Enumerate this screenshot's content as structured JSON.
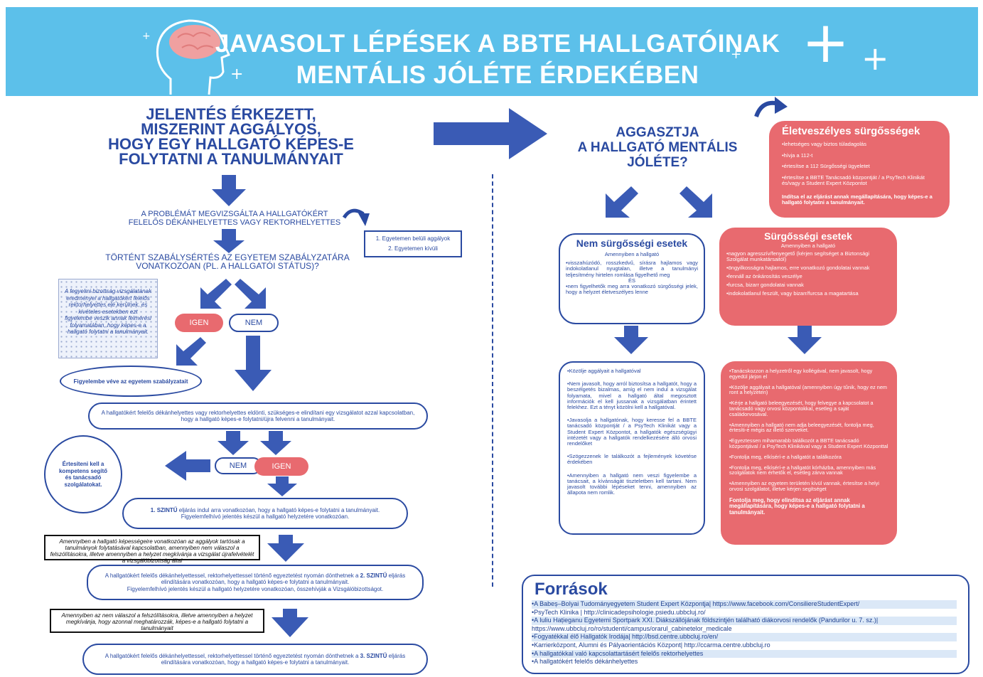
{
  "header": {
    "title_line1": "JAVASOLT LÉPÉSEK A BBTE HALLGATÓINAK",
    "title_line2": "MENTÁLIS JÓLÉTE ÉRDEKÉBEN"
  },
  "left": {
    "main_title": [
      "JELENTÉS ÉRKEZETT,",
      "MISZERINT AGGÁLYOS,",
      "HOGY EGY HALLGATÓ KÉPES-E",
      "FOLYTATNI A TANULMÁNYAIT"
    ],
    "step_examined": [
      "A PROBLÉMÁT MEGVIZSGÁLTA A HALLGATÓKÉRT",
      "FELELŐS DÉKÁNHELYETTES VAGY REKTORHELYETTES"
    ],
    "concerns_box": [
      "1. Egyetemen belüli aggályok",
      "2. Egyetemen kívüli"
    ],
    "violation_question": [
      "TÖRTÉNT SZABÁLYSÉRTÉS AZ EGYETEM SZABÁLYZATÁRA",
      "VONATKOZÓAN (PL. A HALLGATÓI STÁTUS)?"
    ],
    "disciplinary_note": "A fegyelmi bizottság vizsgálatának eredményei a hallgatókért felelős rektorhelyettes elé kerülnek, és kivételes esetekben ezt figyelembe veszik annak felmérési folyamatában, hogy képes-e a hallgató folytatni a tanulmányait.",
    "yes": "IGEN",
    "no": "NEM",
    "considering_regulations": "Figyelembe véve az egyetem szabályzatait",
    "decide_examination": [
      "A hallgatókért felelős dékánhelyettes vagy rektorhelyettes eldönti, szükséges-e elindítani egy vizsgálatot azzal kapcsolatban,",
      "hogy a hallgató képes-e folytatni/újra felvenni a tanulmányait."
    ],
    "notify_services": "Értesíteni kell a kompetens segítő és tanácsadó szolgálatokat.",
    "no2": "NEM",
    "yes2": "IGEN",
    "level1_prefix": "1. SZINTŰ",
    "level1_text": " eljárás indul arra vonatkozóan, hogy a hallgató képes-e folytatni a tanulmányait.",
    "level1_text2": "Figyelemfelhívó jelentés készül a hallgató helyzetére vonatkozóan.",
    "note1": "Amennyiben a hallgató képességeire vonatkozóan az aggályok tartósak a tanulmányok folytatásával kapcsolatban, amennyiben nem válaszol a felszólításokra, illetve amennyiben a helyzet megkívánja a vizsgálat újrafelvételét a vizsgálóbizottság által",
    "level2_a": "A hallgatókért felelős dékánhelyettessel, rektorhelyettessel történő egyeztetést nyomán dönthetnek a ",
    "level2_b": "2. SZINTŰ",
    "level2_c": " eljárás",
    "level2_line2": "elindítására vonatkozóan, hogy a hallgató képes-e folytatni a tanulmányait.",
    "level2_line3": "Figyelemfelhívó jelentés készül a hallgató helyzetére vonatkozóan, összehívják a Vizsgálóbizottságot.",
    "note2": "Amennyiben az nem válaszol a felszólításokra, illetve amennyiben a helyzet megkívánja, hogy azonnal meghatározzák, képes-e a hallgató folytatni a tanulmányait",
    "level3_a": "A hallgatókért felelős dékánhelyettessel, rektorhelyettessel történő egyeztetést nyomán dönthetnek a ",
    "level3_b": "3. SZINTŰ",
    "level3_c": " eljárás",
    "level3_line2": "elindítására vonatkozóan, hogy a hallgató képes-e folytatni a tanulmányait."
  },
  "right": {
    "question": [
      "AGGASZTJA",
      "A HALLGATÓ MENTÁLIS",
      "JÓLÉTE?"
    ],
    "life_threat": {
      "title": "Életveszélyes sürgősségek",
      "items": [
        "•lehetséges vagy biztos túladagolás",
        "•hívja a 112-t",
        "•értesítse a 112 Sürgősségi ügyeletet",
        "•értesítse a BBTE Tanácsadó központját / a PsyTech Klinikát és/vagy a Student Expert Központot"
      ],
      "footer": "Indítsa el az eljárást annak megállapítására, hogy képes-e a hallgató folytatni a tanulmányait."
    },
    "non_urgent": {
      "title": "Nem sürgősségi esetek",
      "intro": "Amennyiben a hallgató",
      "item1": "•visszahúzódó, rosszkedvű, sírásra hajlamos vagy indokolatlanul nyugtalan, illetve a tanulmányi teljesítmény hirtelen romlása figyelhető meg",
      "and": "ÉS",
      "item2": "•nem figyelhetők meg arra vonatkozó sürgősségi jelek, hogy a helyzet életveszélyes lenne"
    },
    "urgent": {
      "title": "Sürgősségi esetek",
      "intro": "Amennyiben a hallgató",
      "items": [
        "•nagyon agresszív/fenyegető (kérjen segítséget a Biztonsági Szolgálat munkatársaitól)",
        "•öngyilkosságra hajlamos, erre vonatkozó gondolatai vannak",
        "•fennáll az önkárosítás veszélye",
        "•furcsa, bizarr gondolatai vannak",
        "•indokolatlanul feszült, vagy bizarr/furcsa a magatartása"
      ]
    },
    "non_urgent_steps": [
      "•Közölje aggályait a hallgatóval",
      "•Nem javasolt, hogy arról biztosítsa a hallgatót, hogy a beszélgetés bizalmas, amíg el nem indul a vizsgálat folyamata, mivel a hallgató által megosztott információk el kell jussanak a vizsgálatban érintett felekhez. Ezt a tényt közölni kell a hallgatóval.",
      "•Javasolja a hallgatónak, hogy keresse fel a BBTE tanácsadó központját / a PsyTech Klinikát vagy a Student Expert Központot, a hallgatók egészségügyi intézetét vagy a hallgatók rendelkezésére álló orvosi rendelőket",
      "•Szögezzenek le találkozót a fejlemények követése érdekében",
      "•Amennyiben a hallgató nem veszi figyelembe a tanácsait, a kívánságát tiszteletben kell tartani. Nem javasolt további lépéseket tenni, amennyiben az állapota nem romlik."
    ],
    "urgent_steps": [
      "•Tanácskozzon a helyzetről egy kollégával, nem javasolt, hogy egyedül járjon el",
      "•Közölje aggályait a hallgatóval (amennyiben úgy tűnik, hogy ez nem ront a helyzeten)",
      "•Kérje a hallgató beleegyezését, hogy felvegye a kapcsolatot a tanácsadó vagy orvosi központokkal, esetleg a saját családorvosával.",
      "•Amennyiben a hallgató nem adja beleegyezését, fontolja meg, értesíti-e mégis az illető szerveket.",
      "•Egyeztessen mihamarabb találkozót a BBTE tanácsadó központjával / a PsyTech Klinikával vagy a Student Expert Központtal",
      "•Fontolja meg, elkísérí-e a hallgatót a találkozóra",
      "•Fontolja meg, elkísérí-e a hallgatót kórházba, amennyiben más szolgálatok nem érhetők el, esetleg zárva vannak",
      "•Amennyiben az egyetem területén kívül vannak, értesítse a helyi orvosi szolgálatot, illetve kérjen segítséget"
    ],
    "urgent_footer": "Fontolja meg, hogy elindítsa az eljárást annak megállapítására, hogy képes-e a hallgató folytatni a tanulmányait."
  },
  "sources": {
    "title": "Források",
    "items": [
      "•A Babeș–Bolyai Tudományegyetem Student Expert Központja| https://www.facebook.com/ConsiliereStudentExpert/",
      "•PsyTech Klinika | http://clinicadepsihologie.psiedu.ubbcluj.ro/",
      "•A Iuliu Hațieganu Egyetemi Sportpark XXI. Diákszállójának földszintjén található diákorvosi rendelők (Pandurilor u. 7. sz.)|",
      "https://www.ubbcluj.ro/ro/studenti/campus/orarul_cabinetelor_medicale",
      "•Fogyatékkal élő Hallgatók Irodája| http://bsd.centre.ubbcluj.ro/en/",
      "•Karrierközpont, Alumni és Pályaorientációs Központ| http://ccarma.centre.ubbcluj.ro",
      "•A hallgatókkal való kapcsolattartásért felelős rektorhelyettes",
      "•A hallgatókért felelős dékánhelyettes"
    ]
  }
}
